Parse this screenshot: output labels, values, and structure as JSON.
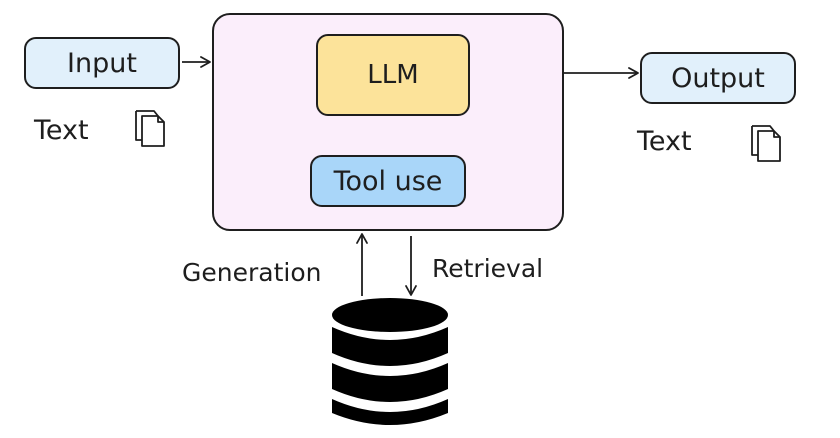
{
  "nodes": {
    "input": "Input",
    "llm": "LLM",
    "tool_use": "Tool use",
    "output": "Output"
  },
  "labels": {
    "input_type": "Text",
    "output_type": "Text",
    "generation": "Generation",
    "retrieval": "Retrieval"
  },
  "icons": {
    "input_doc": "document-copy-icon",
    "output_doc": "document-copy-icon",
    "storage": "database-icon"
  },
  "colors": {
    "input_fill": "#e1f0fb",
    "output_fill": "#e1f0fb",
    "container_fill": "#fbeefb",
    "llm_fill": "#fce39a",
    "tool_fill": "#a9d6f9",
    "stroke": "#1e1e1e"
  }
}
